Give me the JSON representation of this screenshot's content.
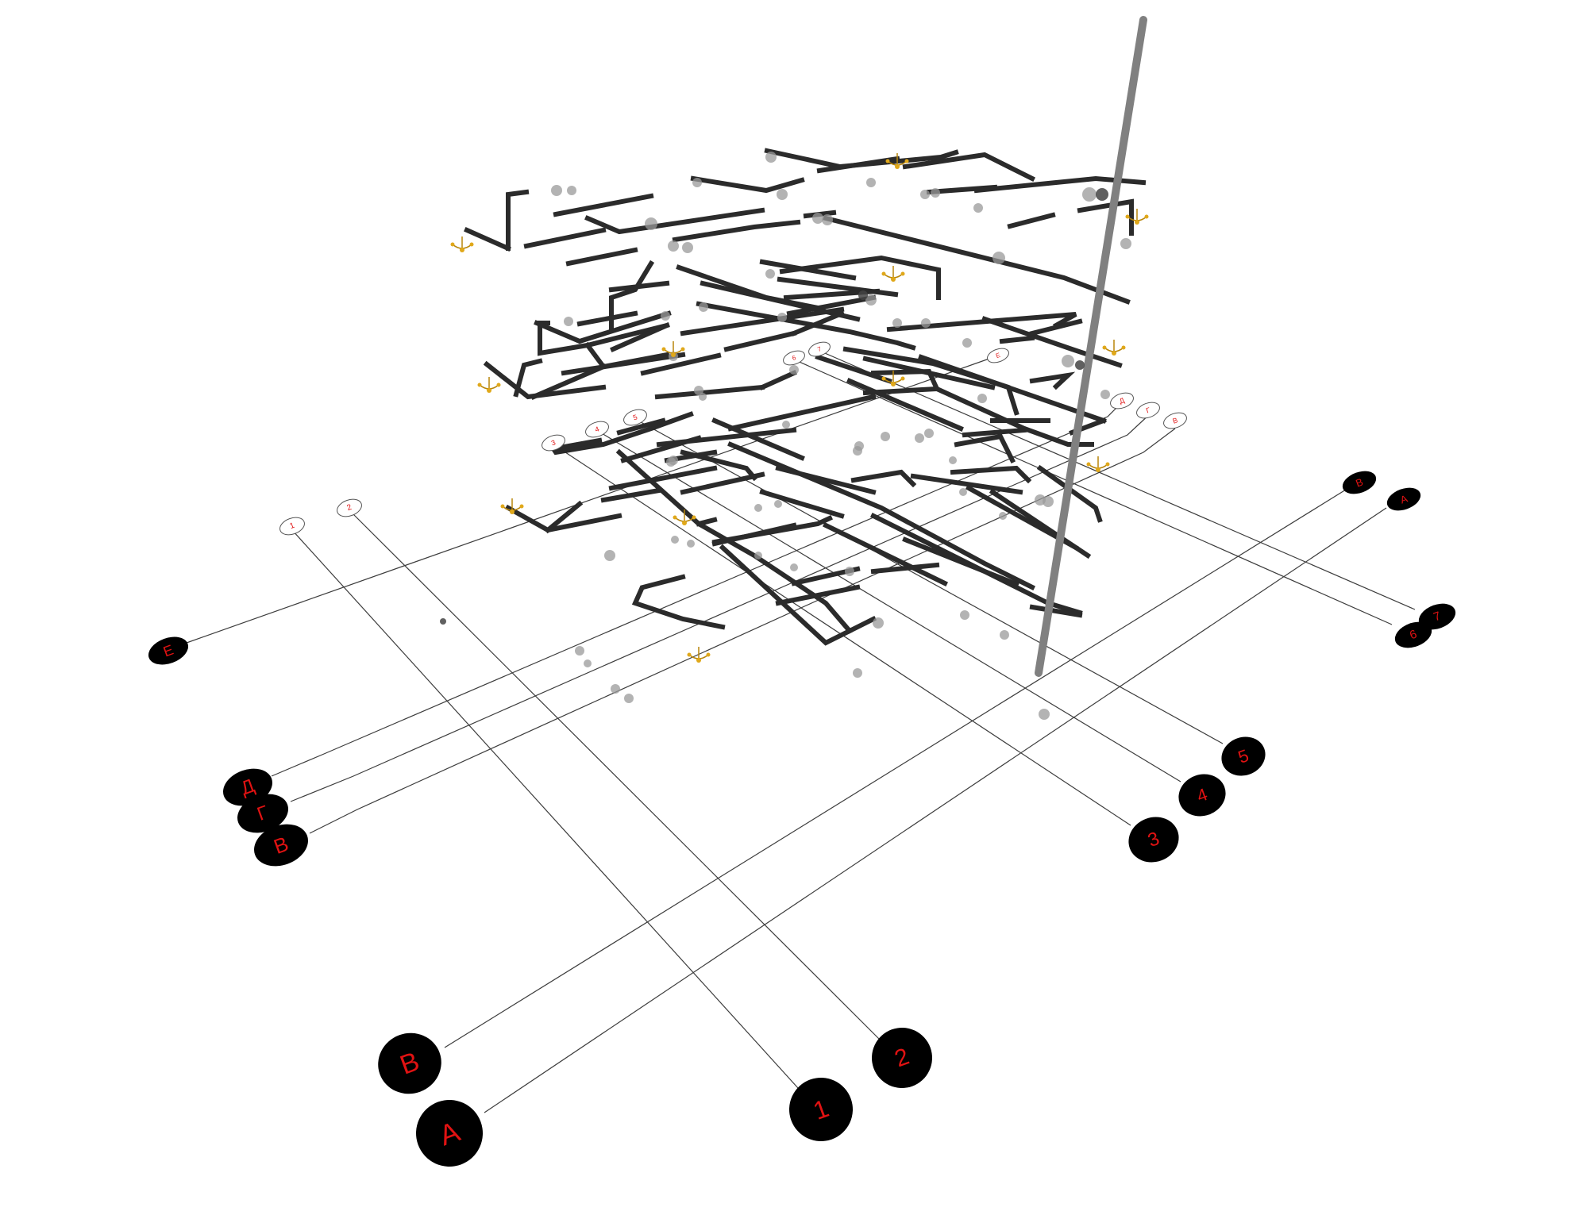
{
  "grid_axes": {
    "letters": [
      {
        "id": "A",
        "label": "А"
      },
      {
        "id": "B",
        "label": "В"
      },
      {
        "id": "G",
        "label": "Г"
      },
      {
        "id": "D",
        "label": "Д"
      },
      {
        "id": "E",
        "label": "Е"
      }
    ],
    "numbers": [
      {
        "id": "1",
        "label": "1"
      },
      {
        "id": "2",
        "label": "2"
      },
      {
        "id": "3",
        "label": "3"
      },
      {
        "id": "4",
        "label": "4"
      },
      {
        "id": "5",
        "label": "5"
      },
      {
        "id": "6",
        "label": "6"
      },
      {
        "id": "7",
        "label": "7"
      }
    ]
  },
  "colors": {
    "bubble_text": "#e01212",
    "grid_line": "#3c3c3c",
    "beam": "#2b2b2b",
    "column": "#808080",
    "chandelier": "#e0a81a"
  },
  "icons": [
    "chandelier-icon",
    "column-post-icon"
  ]
}
